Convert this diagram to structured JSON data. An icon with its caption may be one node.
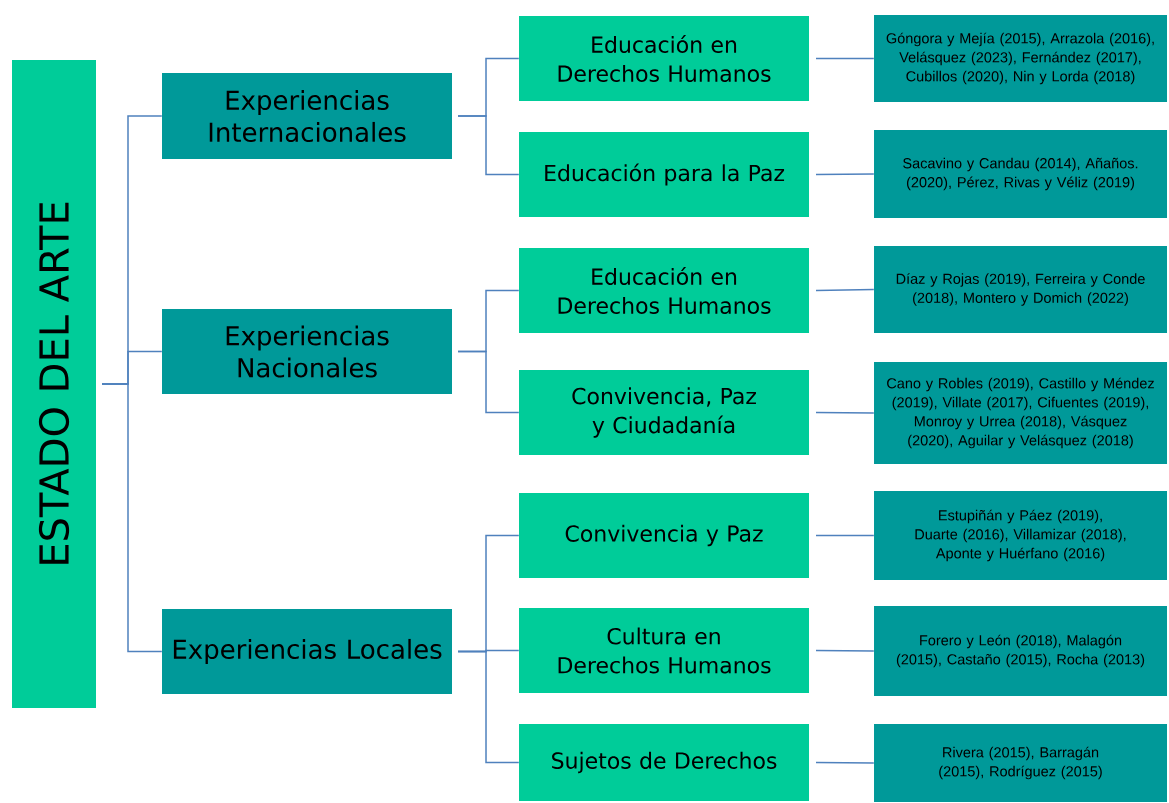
{
  "diagram": {
    "nodes": [
      {
        "text": [
          "ESTADO DEL ARTE"
        ]
      },
      {
        "text": [
          "Experiencias Internacionales"
        ]
      },
      {
        "text": [
          "Educación en Derechos Humanos"
        ]
      },
      {
        "text": [
          "Góngora y Mejía (2015), Arrazola (2016), Velásquez (2023), Fernández (2017), Cubillos (2020), Nin y Lorda (2018)"
        ]
      },
      {
        "text": [
          "Educación para la Paz"
        ]
      },
      {
        "text": [
          "Sacavino y Candau (2014), Añaños. (2020), Pérez, Rivas y Véliz (2019)"
        ]
      },
      {
        "text": [
          "Experiencias Nacionales"
        ]
      },
      {
        "text": [
          "Educación en Derechos Humanos"
        ]
      },
      {
        "text": [
          "Díaz y Rojas (2019), Ferreira y Conde (2018), Montero y Domich (2022)"
        ]
      },
      {
        "text": [
          "Convivencia, Paz y Ciudadanía"
        ]
      },
      {
        "text": [
          "Cano y Robles (2019), Castillo y Méndez (2019), Villate (2017), Cifuentes (2019), Monroy y Urrea (2018), Vásquez (2020), Aguilar y Velásquez (2018)"
        ]
      },
      {
        "text": [
          "Experiencias Locales"
        ]
      },
      {
        "text": [
          "Convivencia y Paz"
        ]
      },
      {
        "text": [
          "Estupiñán y Páez (2019), Duarte (2016), Villamizar (2018), Aponte y Huérfano (2016)"
        ]
      },
      {
        "text": [
          "Cultura en Derechos Humanos"
        ]
      },
      {
        "text": [
          "Forero y León (2018), Malagón (2015), Castaño (2015), Rocha (2013)"
        ]
      },
      {
        "text": [
          "Sujetos de Derechos"
        ]
      },
      {
        "text": [
          "Rivera (2015), Barragán (2015), Rodríguez (2015)"
        ]
      }
    ],
    "edges": [
      {
        "from": 0,
        "to": 1,
        "arrow": "none"
      },
      {
        "from": 0,
        "to": 6,
        "arrow": "none"
      },
      {
        "from": 0,
        "to": 11,
        "arrow": "none"
      },
      {
        "from": 1,
        "to": 2,
        "arrow": "none"
      },
      {
        "from": 1,
        "to": 4,
        "arrow": "none"
      },
      {
        "from": 6,
        "to": 7,
        "arrow": "none"
      },
      {
        "from": 6,
        "to": 9,
        "arrow": "none"
      },
      {
        "from": 11,
        "to": 12,
        "arrow": "none"
      },
      {
        "from": 11,
        "to": 14,
        "arrow": "none"
      },
      {
        "from": 11,
        "to": 16,
        "arrow": "none"
      },
      {
        "from": 2,
        "to": 3,
        "arrow": "none"
      },
      {
        "from": 4,
        "to": 5,
        "arrow": "none"
      },
      {
        "from": 7,
        "to": 8,
        "arrow": "none"
      },
      {
        "from": 9,
        "to": 10,
        "arrow": "none"
      },
      {
        "from": 12,
        "to": 13,
        "arrow": "none"
      },
      {
        "from": 14,
        "to": 15,
        "arrow": "none"
      },
      {
        "from": 16,
        "to": 17,
        "arrow": "none"
      }
    ]
  }
}
